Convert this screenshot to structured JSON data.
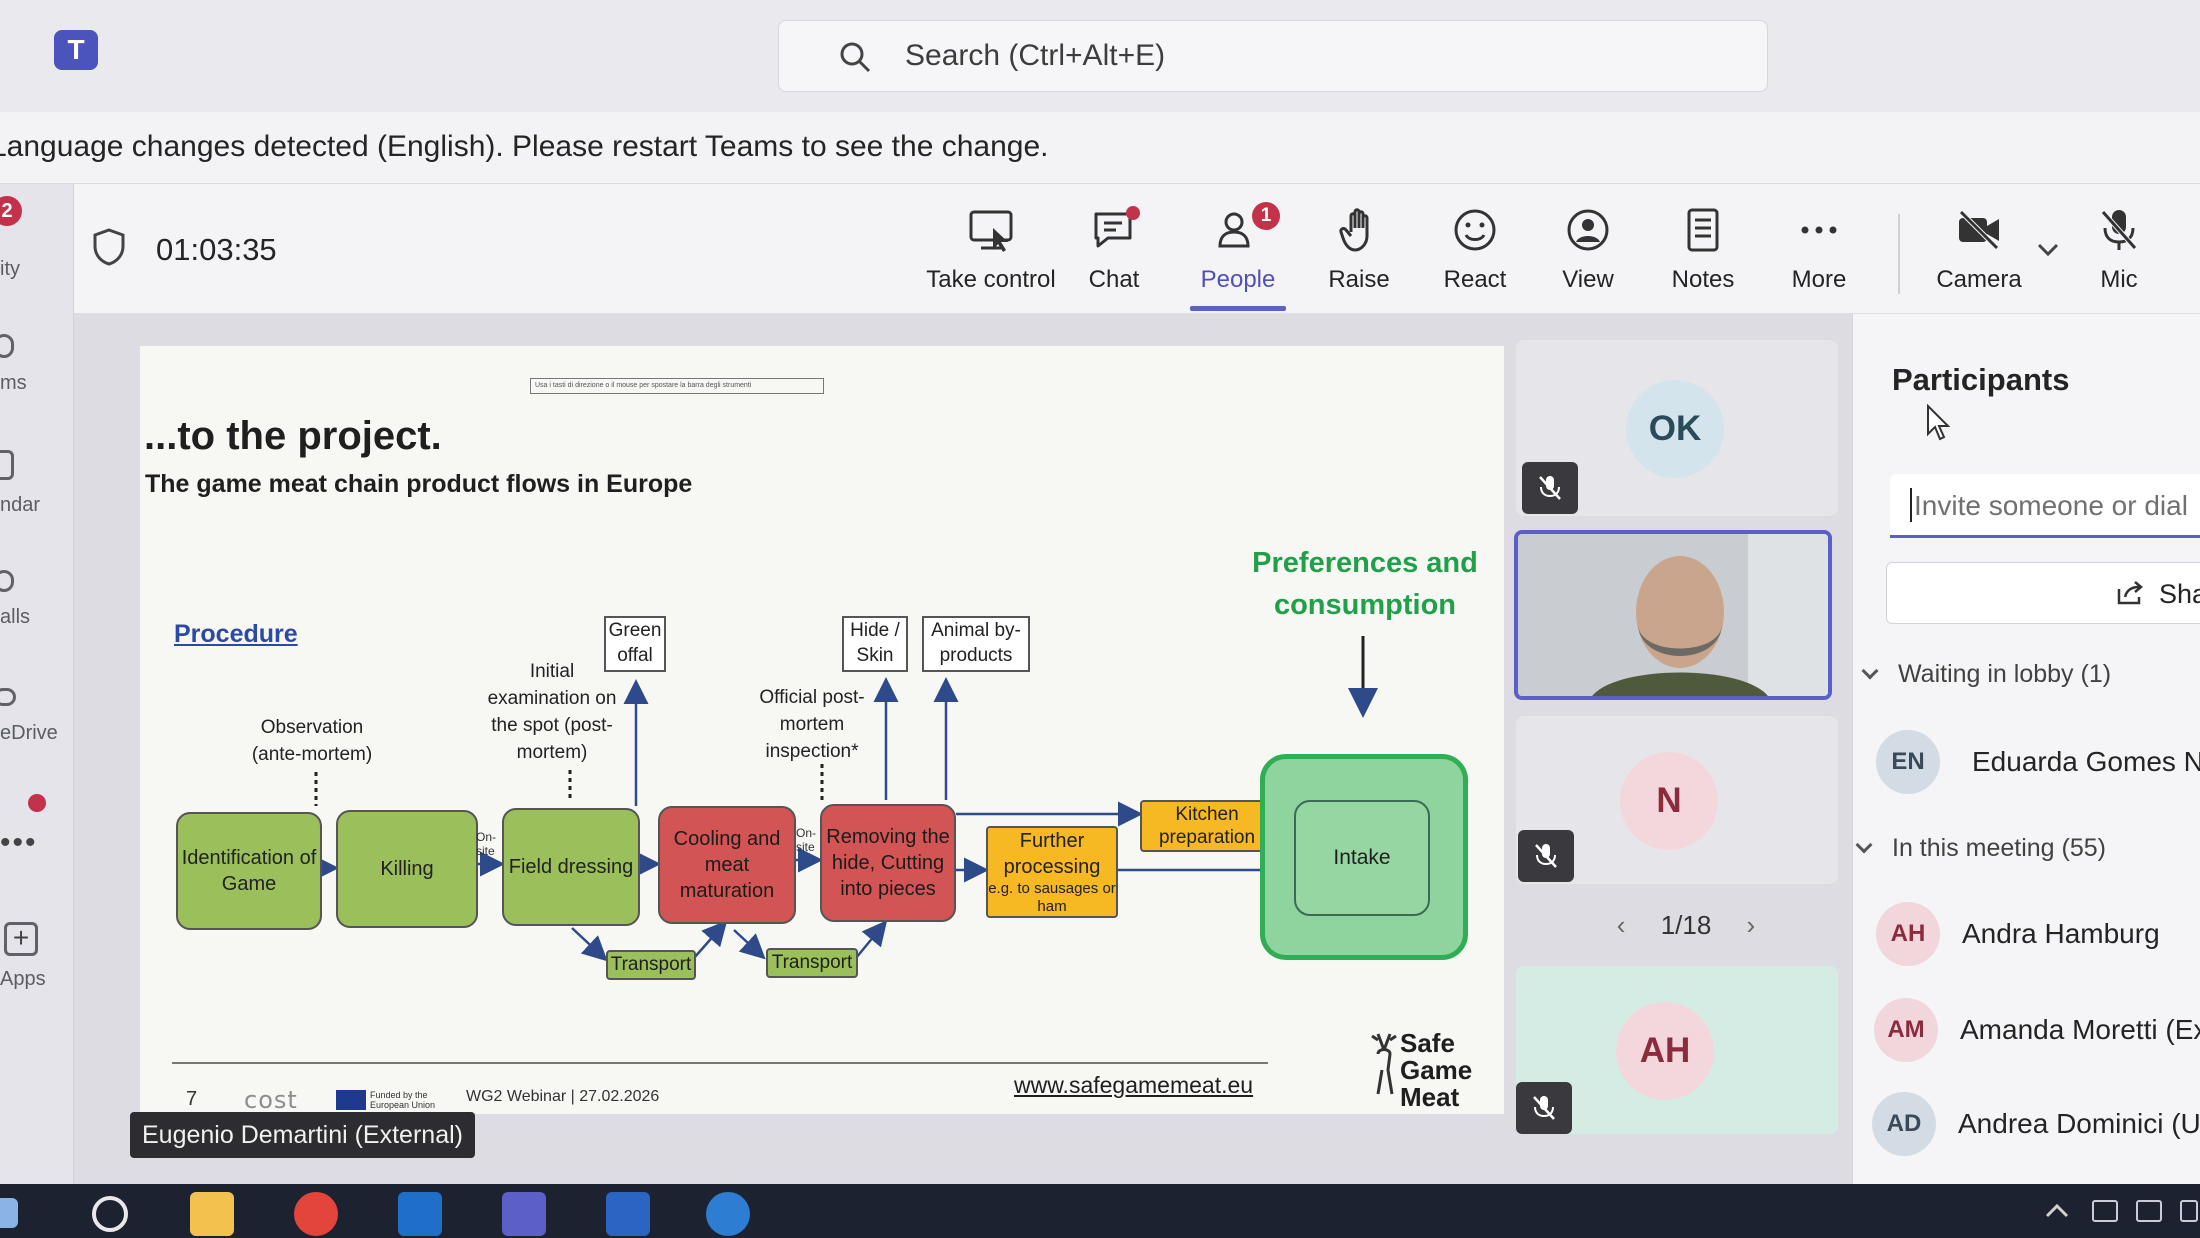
{
  "titlebar": {
    "app_icon": "teams-icon",
    "search_placeholder": "Search (Ctrl+Alt+E)"
  },
  "banner": {
    "message": "Language changes detected (English). Please restart Teams to see the change."
  },
  "rail": {
    "badge": "2",
    "items": [
      "ity",
      "ms",
      "ndar",
      "alls",
      "eDrive",
      "Apps"
    ]
  },
  "meeting": {
    "timer": "01:03:35",
    "toolbar": [
      {
        "label": "Take control",
        "icon": "take-control-icon"
      },
      {
        "label": "Chat",
        "icon": "chat-icon"
      },
      {
        "label": "People",
        "icon": "people-icon",
        "badge": "1"
      },
      {
        "label": "Raise",
        "icon": "hand-icon"
      },
      {
        "label": "React",
        "icon": "smile-icon"
      },
      {
        "label": "View",
        "icon": "view-icon"
      },
      {
        "label": "Notes",
        "icon": "notes-icon"
      },
      {
        "label": "More",
        "icon": "more-icon"
      },
      {
        "label": "Camera",
        "icon": "camera-off-icon"
      },
      {
        "label": "Mic",
        "icon": "mic-off-icon"
      }
    ]
  },
  "slide": {
    "note": "Usa i tasti di direzione o il mouse per spostare la barra degli strumenti",
    "title": "...to the project.",
    "subtitle": "The game meat chain product flows in Europe",
    "procedure": "Procedure",
    "preferences": "Preferences and consumption",
    "steps": {
      "identification": "Identification of Game",
      "killing": "Killing",
      "field_dressing": "Field dressing",
      "cooling": "Cooling and meat maturation",
      "removing": "Removing the hide, Cutting into pieces",
      "further": "Further processing",
      "further_example": "e.g. to sausages or ham",
      "kitchen": "Kitchen preparation",
      "intake": "Intake"
    },
    "notes": {
      "observation": "Observation (ante-mortem)",
      "initial": "Initial examination on the spot (post-mortem)",
      "official": "Official post-mortem inspection*"
    },
    "outputs": {
      "green_offal": "Green offal",
      "hide_skin": "Hide / Skin",
      "animal_byproducts": "Animal by-products"
    },
    "transport": "Transport",
    "onsite": "On-site",
    "page_number": "7",
    "cost": "cost",
    "eu_funded": "Funded by the European Union",
    "event": "WG2 Webinar | 27.02.2026",
    "url": "www.safegamemeat.eu",
    "logo_text": "Safe Game Meat"
  },
  "speaker": "Eugenio Demartini (External)",
  "tiles": [
    {
      "initials": "OK",
      "color": "#d4e4ec",
      "text_color": "#2b4a5a"
    },
    {
      "initials": "N",
      "color": "#f3d7dc",
      "text_color": "#8b2b3d"
    },
    {
      "initials": "AH",
      "color": "#f3d7dc",
      "text_color": "#8b2b3d"
    }
  ],
  "pager": {
    "text": "1/18"
  },
  "participants": {
    "title": "Participants",
    "invite_placeholder": "Invite someone or dial",
    "share_label": "Sha",
    "lobby_label": "Waiting in lobby (1)",
    "lobby": [
      {
        "initials": "EN",
        "name": "Eduarda Gomes Ne",
        "color": "#d3dce4"
      }
    ],
    "meeting_label": "In this meeting (55)",
    "meeting": [
      {
        "initials": "AH",
        "name": "Andra Hamburg",
        "color": "#f1d6dc"
      },
      {
        "initials": "AM",
        "name": "Amanda Moretti (Ex",
        "color": "#f1d6dc"
      },
      {
        "initials": "AD",
        "name": "Andrea Dominici (Ur",
        "color": "#d3dce4"
      }
    ]
  },
  "colors": {
    "accent": "#5b5fc7",
    "alert": "#c4314b",
    "green_step": "#9bbf5b",
    "red_step": "#d35454",
    "orange_step": "#f6b823"
  }
}
